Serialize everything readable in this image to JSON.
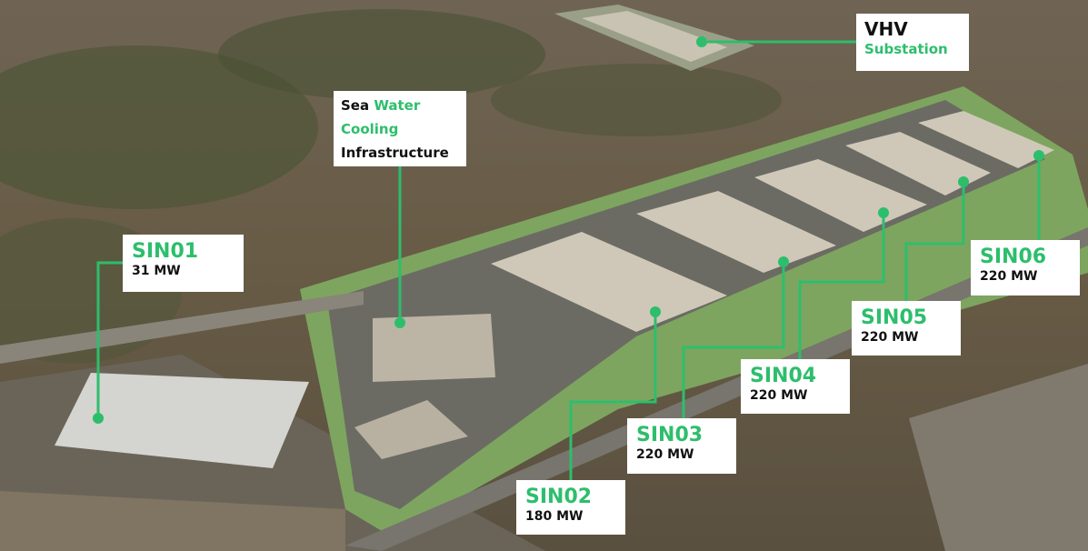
{
  "accent_color": "#2dbe6c",
  "labels": {
    "vhv": {
      "line1": "VHV",
      "line2": "Substation"
    },
    "cooling": {
      "word1": "Sea",
      "word2": "Water",
      "word3": "Cooling",
      "word4": "Infrastructure"
    },
    "sites": [
      {
        "name": "SIN01",
        "capacity": "31 MW"
      },
      {
        "name": "SIN02",
        "capacity": "180 MW"
      },
      {
        "name": "SIN03",
        "capacity": "220 MW"
      },
      {
        "name": "SIN04",
        "capacity": "220 MW"
      },
      {
        "name": "SIN05",
        "capacity": "220 MW"
      },
      {
        "name": "SIN06",
        "capacity": "220 MW"
      }
    ]
  }
}
